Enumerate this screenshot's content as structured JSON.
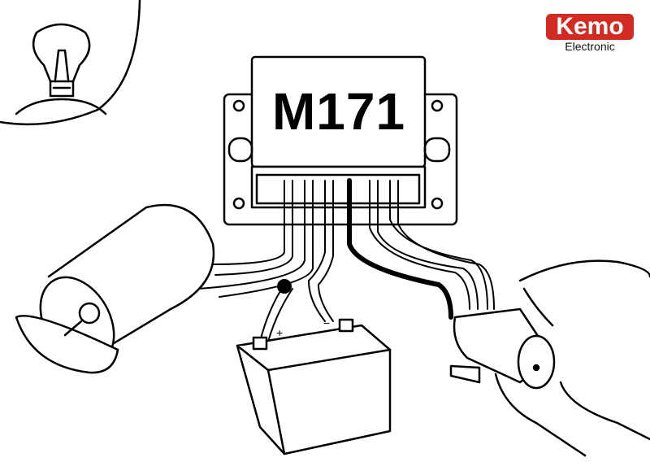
{
  "module": {
    "label": "M171"
  },
  "logo": {
    "brand": "Kemo",
    "sub": "Electronic",
    "color": "#d32a22"
  },
  "battery": {
    "plus": "+",
    "minus": "−"
  },
  "colors": {
    "line": "#000000",
    "background": "#ffffff"
  }
}
